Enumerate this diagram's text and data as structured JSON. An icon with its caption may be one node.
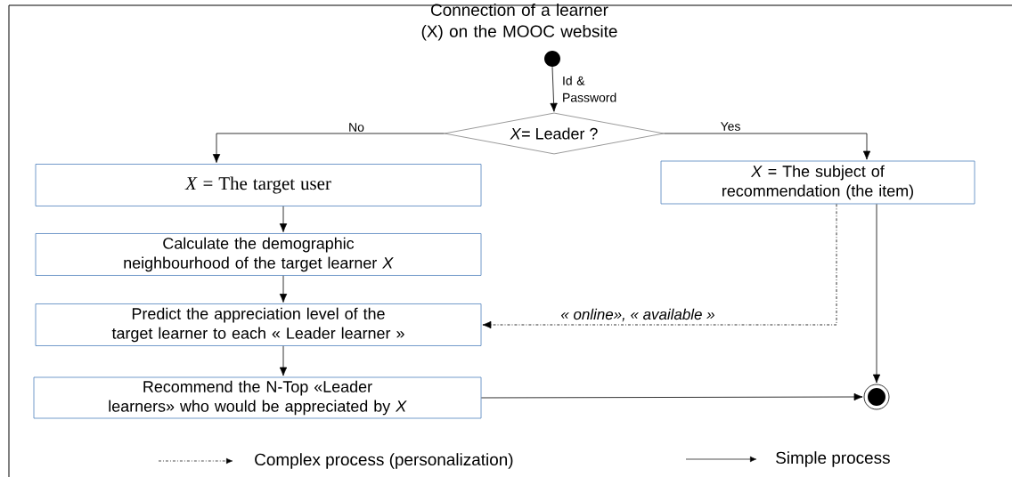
{
  "diagram": {
    "nodes": [
      {
        "text": [],
        "shape": "circle",
        "beside": [
          "Connection of a learner  (X) on the MOOC website"
        ]
      },
      {
        "text": [
          "*X*= Leader ?"
        ]
      },
      {
        "text": [
          "*X* = The target user"
        ]
      },
      {
        "text": [
          "Calculate the demographic neighbourhood of the target learner *X*"
        ]
      },
      {
        "text": [
          "Predict the appreciation level of the target learner to each « Leader learner »"
        ]
      },
      {
        "text": [
          "Recommend the N-Top «Leader learners» who would be appreciated by *X*"
        ]
      },
      {
        "text": [
          "*X* = The subject of recommendation (the item)"
        ]
      },
      {
        "text": [],
        "shape": "circle"
      }
    ],
    "edges": [
      {
        "from": 0,
        "to": 1,
        "arrow": "to",
        "label": "Id & Password"
      },
      {
        "from": 1,
        "to": 2,
        "arrow": "to",
        "label": "No"
      },
      {
        "from": 1,
        "to": 6,
        "arrow": "to",
        "label": "Yes"
      },
      {
        "from": 2,
        "to": 3,
        "arrow": "to"
      },
      {
        "from": 3,
        "to": 4,
        "arrow": "to"
      },
      {
        "from": 4,
        "to": 5,
        "arrow": "to"
      },
      {
        "from": 6,
        "to": 4,
        "arrow": "to",
        "style": "dashed",
        "label": "« online», « available »"
      },
      {
        "from": 6,
        "to": 7,
        "arrow": "to"
      },
      {
        "from": 5,
        "to": 7,
        "arrow": "to"
      }
    ],
    "legend": [
      {
        "text": "Complex process (personalization)"
      },
      {
        "text": "Simple process"
      }
    ]
  }
}
